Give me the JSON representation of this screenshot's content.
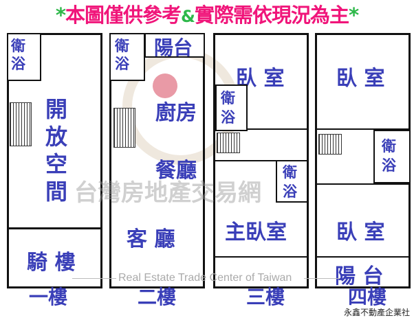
{
  "title": {
    "star": "*",
    "text1": "本圖僅供參考",
    "amp": "&",
    "text2": "實際需依現況為主"
  },
  "floors": [
    {
      "label": "一樓",
      "rooms": {
        "bath": "衛浴",
        "open_space": [
          "開",
          "放",
          "空",
          "間"
        ],
        "arcade": "騎 樓"
      }
    },
    {
      "label": "二樓",
      "rooms": {
        "bath": "衛浴",
        "balcony": "陽台",
        "kitchen": "廚房",
        "dining": "餐廳",
        "living": "客 廳"
      }
    },
    {
      "label": "三樓",
      "rooms": {
        "bedroom": "臥 室",
        "bath1": "衛浴",
        "bath2": "衛浴",
        "master": "主臥室"
      }
    },
    {
      "label": "四樓",
      "rooms": {
        "bedroom1": "臥 室",
        "bath": "衛浴",
        "bedroom2": "臥 室",
        "balcony": "陽 台"
      }
    }
  ],
  "watermark": {
    "cn": "台灣房地產交易網",
    "en": "Real Estate Trade Center of Taiwan"
  },
  "company": "永鑫不動產企業社",
  "colors": {
    "title": "#f0157a",
    "star": "#2eb84a",
    "room": "#3a3fb8"
  }
}
